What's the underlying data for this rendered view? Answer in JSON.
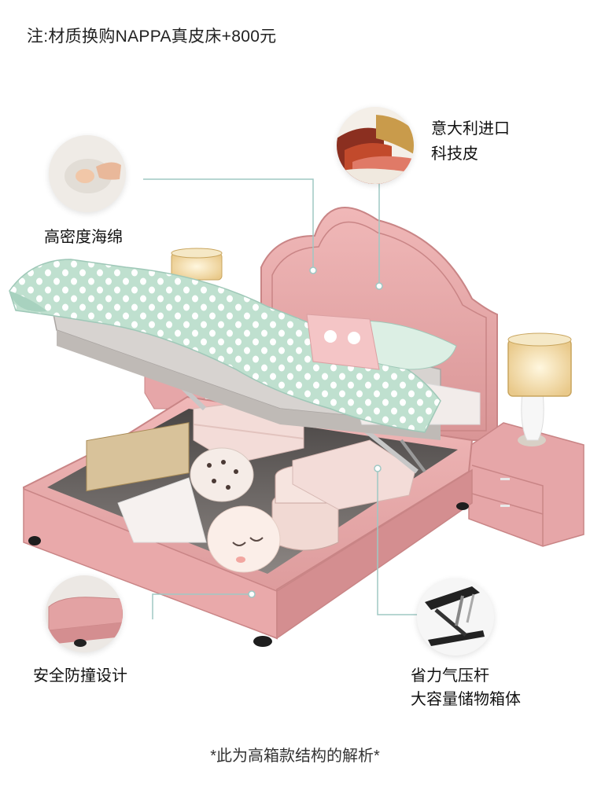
{
  "note": "注:材质换购NAPPA真皮床+800元",
  "features": {
    "sponge": "高密度海绵",
    "leather_line1": "意大利进口",
    "leather_line2": "科技皮",
    "safety": "安全防撞设计",
    "gas_line1": "省力气压杆",
    "gas_line2": "大容量储物箱体"
  },
  "footer": "*此为高箱款结构的解析*",
  "colors": {
    "bed_pink": "#e4a7a8",
    "mint": "#bfe0cf",
    "leader_line": "#9fc8c4"
  }
}
